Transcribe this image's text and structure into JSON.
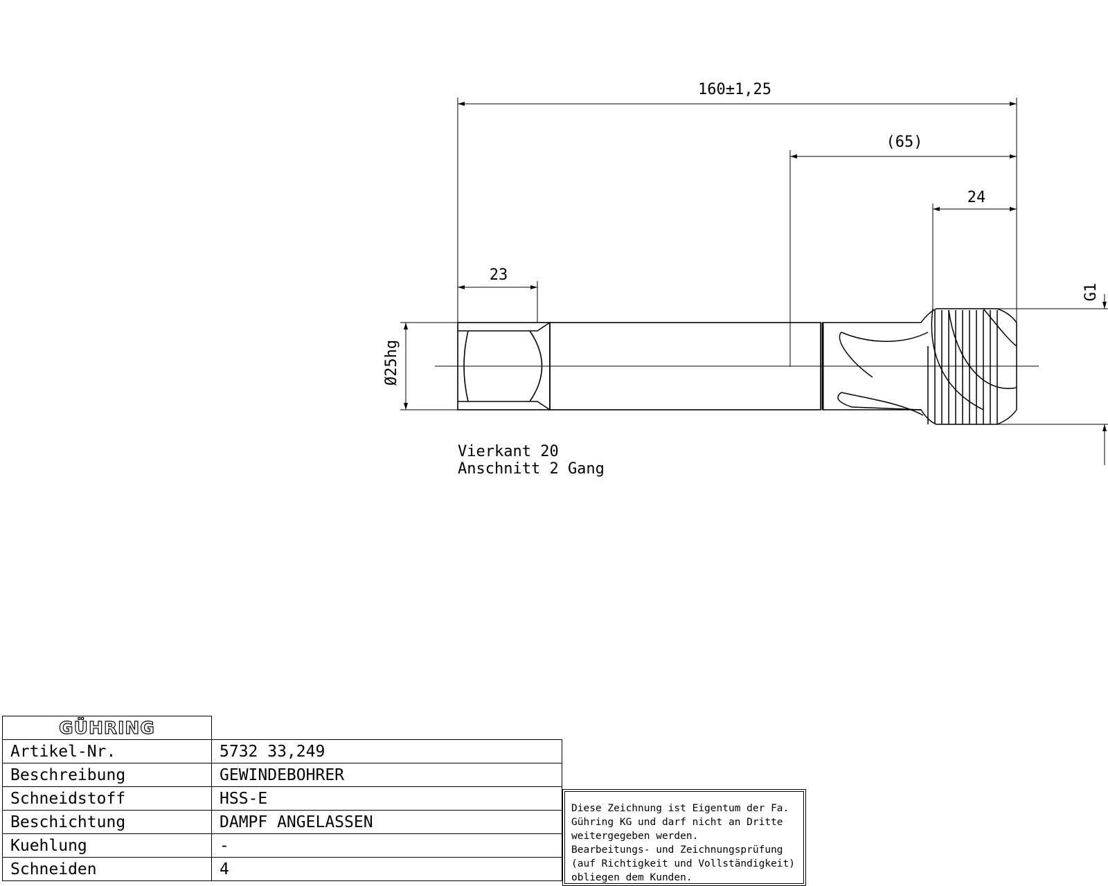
{
  "drawing": {
    "dimensions": {
      "overall_length": "160±1,25",
      "paren_length": "(65)",
      "thread_length": "24",
      "square_length": "23",
      "shank_diameter": "Ø25hg",
      "thread_size": "G1"
    },
    "notes": [
      "Vierkant 20",
      "Anschnitt 2 Gang"
    ]
  },
  "title_block": {
    "logo": "GÜHRING",
    "rows": [
      {
        "label": "Artikel-Nr.",
        "value": "5732 33,249"
      },
      {
        "label": "Beschreibung",
        "value": "GEWINDEBOHRER"
      },
      {
        "label": "Schneidstoff",
        "value": "HSS-E"
      },
      {
        "label": "Beschichtung",
        "value": "DAMPF ANGELASSEN"
      },
      {
        "label": "Kuehlung",
        "value": "-"
      },
      {
        "label": "Schneiden",
        "value": "4"
      }
    ]
  },
  "disclaimer": {
    "lines": [
      "Diese Zeichnung ist Eigentum der Fa.",
      "Gühring KG und darf nicht an Dritte",
      "weitergegeben werden.",
      "Bearbeitungs- und Zeichnungsprüfung",
      "(auf Richtigkeit und Vollständigkeit)",
      "obliegen dem Kunden."
    ]
  }
}
